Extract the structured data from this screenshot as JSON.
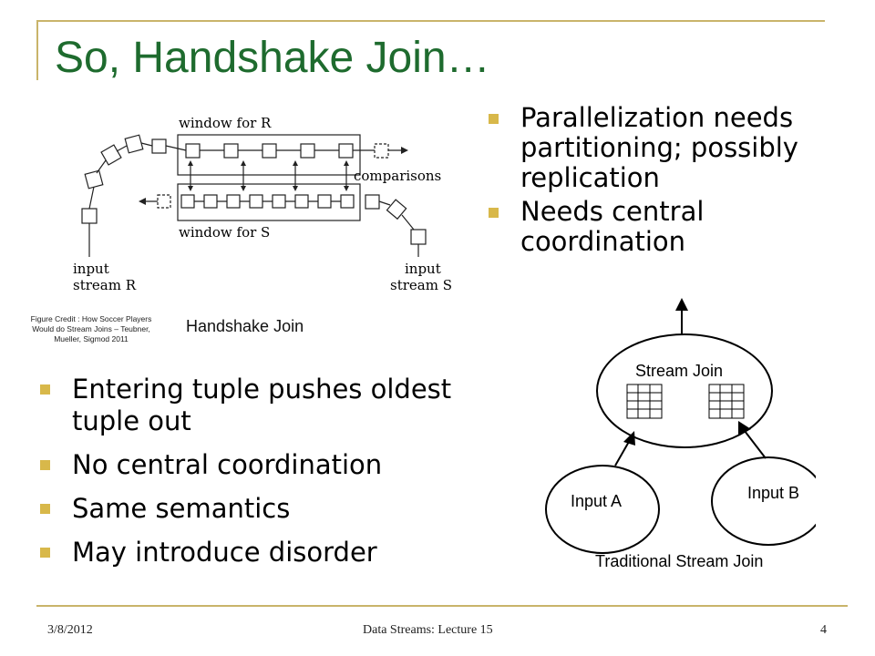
{
  "slide": {
    "title": "So, Handshake Join…",
    "right_bullets": [
      "Parallelization needs partitioning; possibly replication",
      "Needs central coordination"
    ],
    "left_bullets": [
      "Entering tuple pushes oldest tuple out",
      "No central coordination",
      "Same semantics",
      "May introduce disorder"
    ],
    "figure_credit": "Figure Credit : How Soccer Players Would do Stream Joins – Teubner, Mueller, Sigmod 2011",
    "figure_caption": "Handshake Join"
  },
  "handshake_figure": {
    "window_r_label": "window for R",
    "window_s_label": "window for S",
    "comparisons_label": "comparisons",
    "input_r_label_1": "input",
    "input_r_label_2": "stream R",
    "input_s_label_1": "input",
    "input_s_label_2": "stream S"
  },
  "traditional_figure": {
    "stream_join_label": "Stream Join",
    "input_a_label": "Input A",
    "input_b_label": "Input B",
    "caption": "Traditional Stream Join"
  },
  "footer": {
    "date": "3/8/2012",
    "center": "Data Streams: Lecture 15",
    "page": "4"
  },
  "colors": {
    "title": "#1e6b2e",
    "bullet": "#d8b84a",
    "frame": "#c9b46a"
  }
}
